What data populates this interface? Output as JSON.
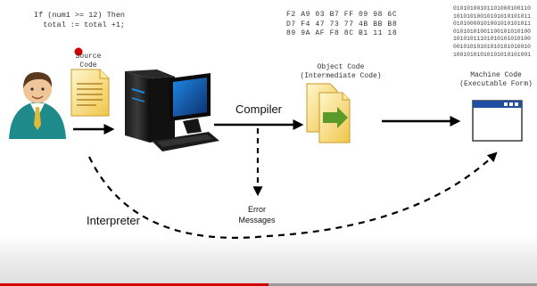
{
  "source": {
    "code_line1": "If (num1 >= 12) Then",
    "code_line2": "  total := total +1;",
    "label_line1": "Source",
    "label_line2": "Code"
  },
  "object_code": {
    "hex_line1": "F2 A9 03 B7 FF 09 98 6C",
    "hex_line2": "D7 F4 47 73 77 4B BB B8",
    "hex_line3": "89 9A AF F8 8C B1 11 18",
    "label_line1": "Object Code",
    "label_line2": "(Intermediate Code)"
  },
  "machine_code": {
    "bin_line1": "01010100101101000100110",
    "bin_line2": "10101010010101010101011",
    "bin_line3": "01010000101001010101011",
    "bin_line4": "01010101001100101010100",
    "bin_line5": "10101011101010101010100",
    "bin_line6": "00101010101010101010010",
    "bin_line7": "10010101010101010101001",
    "label_line1": "Machine Code",
    "label_line2": "(Executable Form)"
  },
  "flow": {
    "compiler_label": "Compiler",
    "error_line1": "Error",
    "error_line2": "Messages",
    "interpreter_label": "Interpreter"
  },
  "video": {
    "progress": 0.5
  },
  "colors": {
    "accent_red": "#d30000",
    "arrow": "#000000",
    "document_yellow": "#f5d66a",
    "computer_blue": "#1565c0",
    "user_teal": "#1f8a8a"
  },
  "icons": [
    "user-icon",
    "document-icon",
    "computer-icon",
    "files-icon",
    "window-icon"
  ]
}
